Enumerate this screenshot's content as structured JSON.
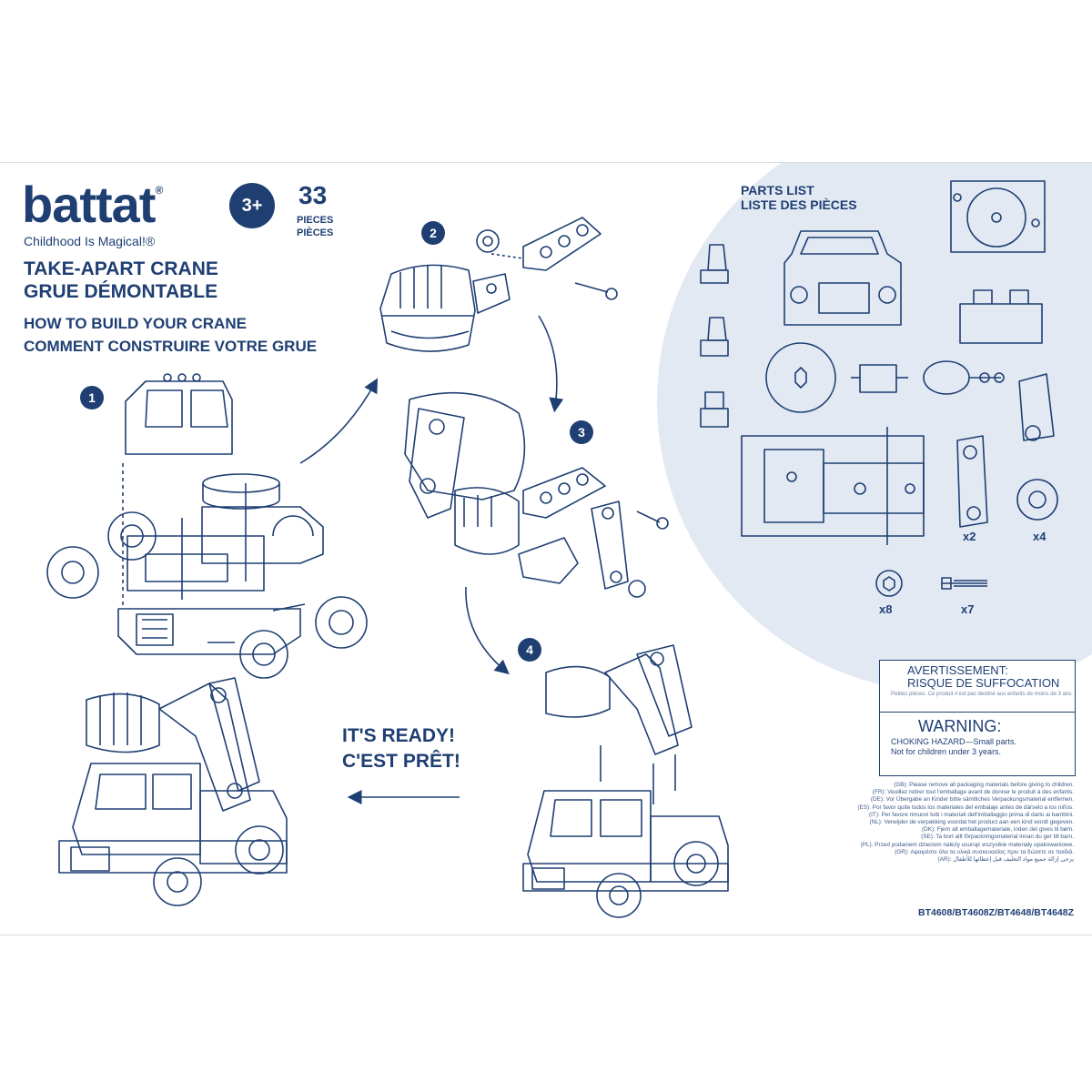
{
  "brand": {
    "name": "battat",
    "trademark": "®",
    "tagline": "Childhood Is Magical!®"
  },
  "age_badge": "3+",
  "pieces": {
    "count": "33",
    "label_en": "PIECES",
    "label_fr": "PIÈCES"
  },
  "title": {
    "en": "TAKE-APART CRANE",
    "fr": "GRUE DÉMONTABLE"
  },
  "howto": {
    "en": "HOW TO BUILD YOUR CRANE",
    "fr": "COMMENT CONSTRUIRE VOTRE GRUE"
  },
  "steps": [
    "1",
    "2",
    "3",
    "4"
  ],
  "ready": {
    "en": "IT'S READY!",
    "fr": "C'EST PRÊT!"
  },
  "parts_list": {
    "title_en": "PARTS LIST",
    "title_fr": "LISTE DES PIÈCES",
    "quantities": {
      "arms": "x2",
      "wheels": "x4",
      "nuts": "x8",
      "screws": "x7"
    }
  },
  "warning": {
    "fr_head": "AVERTISSEMENT:",
    "fr_sub_head": "RISQUE DE SUFFOCATION",
    "fr_body": "Petites pièces. Ce produit n'est pas destiné aux enfants de moins de 3 ans.",
    "en_head": "WARNING:",
    "en_body_1": "CHOKING HAZARD—Small parts.",
    "en_body_2": "Not for children under 3 years."
  },
  "packaging_notes": [
    "(GB): Please remove all packaging materials before giving to children.",
    "(FR): Veuillez retirer tout l'emballage avant de donner le produit à des enfants.",
    "(DE): Vor Übergabe an Kinder bitte sämtliches Verpackungsmaterial entfernen.",
    "(ES): Por favor quite todos los materiales del embalaje antes de dárselo a los niños.",
    "(IT): Per favore rimuovi tutti i materiali dell'imballaggio prima di darlo ai bambini.",
    "(NL): Verwijder de verpakking voordat het product aan een kind wordt gegeven.",
    "(DK): Fjern alt emballagemateriale, inden det gives til børn.",
    "(SE): Ta bort allt förpackningsmaterial innan du ger till barn.",
    "(PL): Przed podaniem dzieciom należy usunąć wszystkie materiały opakowaniowe.",
    "(GR): Αφαιρέστε όλα τα υλικά συσκευασίας πριν τα δώσετε σε παιδιά.",
    "(AR): يرجى إزالة جميع مواد التغليف قبل إعطائها للأطفال"
  ],
  "model_numbers": "BT4608/BT4608Z/BT4648/BT4648Z",
  "colors": {
    "ink": "#1f3f73",
    "circle": "#e2e9f3",
    "paper": "#ffffff"
  }
}
